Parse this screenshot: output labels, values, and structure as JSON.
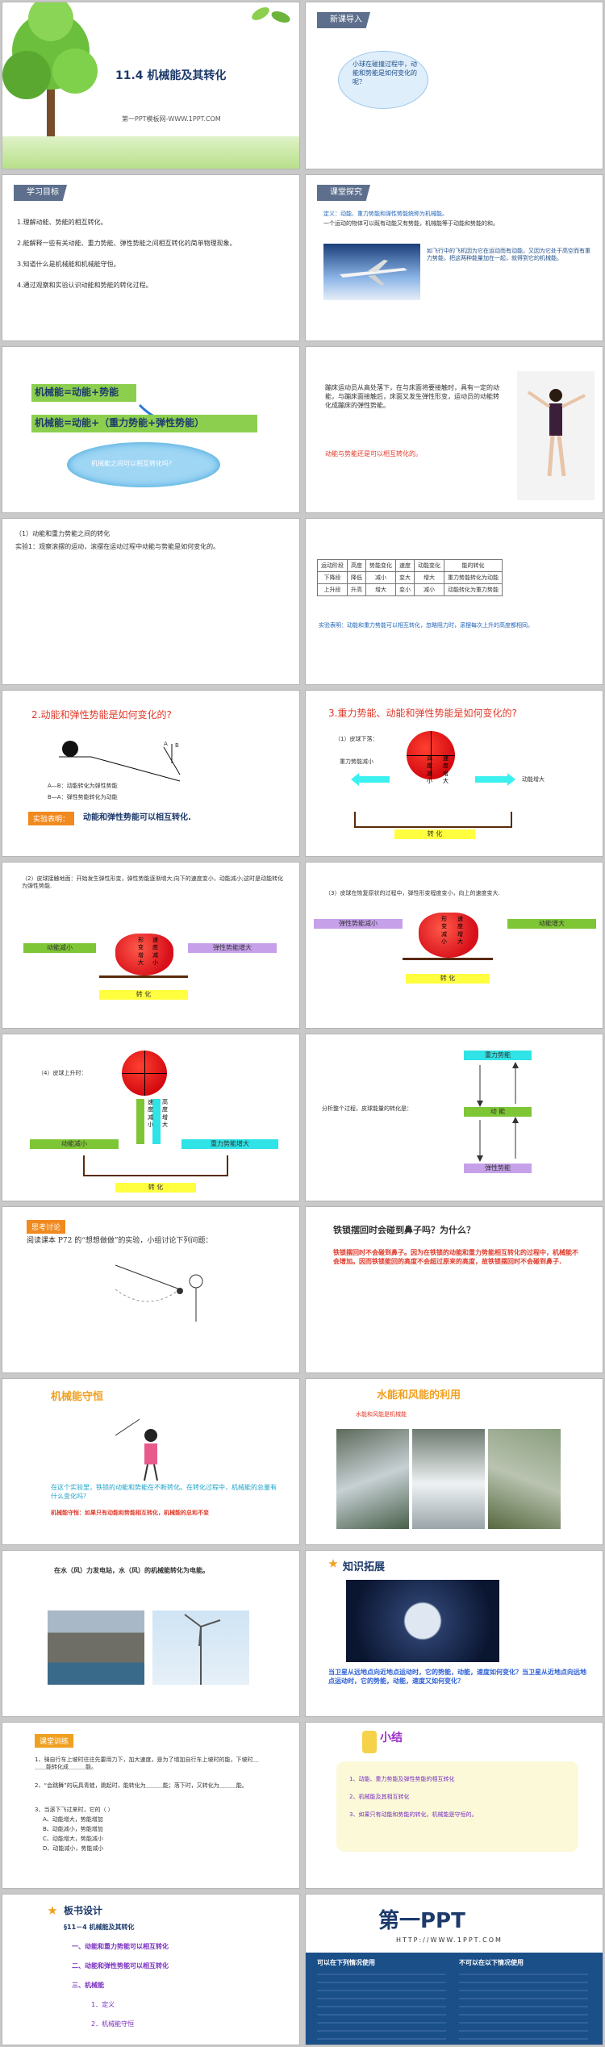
{
  "s1": {
    "title": "11.4 机械能及其转化",
    "subtitle": "第一PPT模板网-WWW.1PPT.COM"
  },
  "s2": {
    "bar": "新课导入",
    "bubble": "小球在碰撞过程中，动能和势能是如何变化的呢？"
  },
  "s3": {
    "bar": "学习目标",
    "items": [
      "1.理解动能、势能的相互转化。",
      "2.能解释一些有关动能、重力势能、弹性势能之间相互转化的简单物理现象。",
      "3.知道什么是机械能和机械能守恒。",
      "4.通过观察和实验认识动能和势能的转化过程。"
    ]
  },
  "s4": {
    "bar": "课堂探究",
    "def1": "定义：动能、重力势能和弹性势能统称为机械能。",
    "def2": "一个运动的物体可以既有动能又有势能，机械能等于动能和势能的和。",
    "plane": "如飞行中的飞机因为它在运动而有动能，又因为它处于高空而有重力势能，把这两种能量加在一起，就得到它的机械能。"
  },
  "s5": {
    "formula1": "机械能=动能+势能",
    "formula2": "机械能=动能+（重力势能+弹性势能）",
    "cloud": "机械能之间可以相互转化吗？"
  },
  "s6": {
    "text": "蹦床运动员从高处落下，在与床面将要接触时，具有一定的动能，与蹦床面接触后，床面又发生弹性形变，运动员的动能转化成蹦床的弹性势能。",
    "red": "动能与势能还是可以相互转化的。"
  },
  "s7": {
    "heading": "（1）动能和重力势能之间的转化",
    "exp": "实验1：观察滚摆的运动，滚摆在运动过程中动能与势能是如何变化的。",
    "table": {
      "head": [
        "运动阶段",
        "高度",
        "势能变化",
        "速度",
        "动能变化",
        "能的转化"
      ],
      "rows": [
        [
          "下降段",
          "降低",
          "减小",
          "变大",
          "增大",
          "重力势能转化为动能"
        ],
        [
          "上升段",
          "升高",
          "增大",
          "变小",
          "减小",
          "动能转化为重力势能"
        ]
      ]
    },
    "result": "实验表明：动能和重力势能可以相互转化，忽略阻力时，滚摆每次上升的高度都相同。"
  },
  "s8": {
    "title": "2.动能和弹性势能是如何变化的?",
    "labelA": "A",
    "labelB": "B",
    "line1": "A—B：动能转化为弹性势能",
    "line2": "B—A：弹性势能转化为动能",
    "tag": "实验表明：",
    "conclusion": "动能和弹性势能可以相互转化."
  },
  "s9": {
    "title": "3.重力势能、动能和弹性势能是如何变化的?",
    "step": "（1）皮球下落：",
    "left": "重力势能减小",
    "v1": "高度减小",
    "v2": "速度增大",
    "right": "动能增大",
    "bottom": "转 化"
  },
  "s10": {
    "text": "（2）皮球接触地面：开始发生弹性形变，弹性势能逐渐增大;向下的速度变小，动能减小;这时是动能转化为弹性势能.",
    "left": "动能减小",
    "v1": "形变增大",
    "v2": "速度减小",
    "right": "弹性势能增大",
    "bottom": "转 化"
  },
  "s11": {
    "text": "（3）皮球在恢复原状的过程中，弹性形变程度变小，向上的速度变大.",
    "left": "弹性势能减小",
    "v1": "形变减小",
    "v2": "速度增大",
    "right": "动能增大",
    "bottom": "转 化"
  },
  "s12": {
    "text": "（4）皮球上升时：",
    "left": "动能减小",
    "v1": "速度减小",
    "v2": "高度增大",
    "right": "重力势能增大",
    "bottom": "转 化"
  },
  "s13": {
    "text": "分析整个过程，皮球能量的转化是：",
    "top": "重力势能",
    "mid": "动 能",
    "bottom": "弹性势能"
  },
  "s14": {
    "tag": "思考讨论",
    "text": "阅读课本 P72 的“想想做做”的实验，小组讨论下列问题："
  },
  "s15": {
    "question": "铁锁摆回时会碰到鼻子吗？为什么？",
    "answer": "铁锁摆回时不会碰到鼻子。因为在铁锁的动能和重力势能相互转化的过程中，机械能不会增加。因而铁锁能回的高度不会超过原来的高度，故铁锁摆回时不会碰到鼻子."
  },
  "s16": {
    "title": "机械能守恒",
    "blue": "在这个实验里，铁锁的动能和势能在不断转化。在转化过程中，机械能的总量有什么变化吗？",
    "red": "机械能守恒：如果只有动能和势能相互转化，机械能的总和不变"
  },
  "s17": {
    "title": "水能和风能的利用",
    "sub": "水能和风能是机械能"
  },
  "s18": {
    "text": "在水（风）力发电站，水（风）的机械能转化为电能。"
  },
  "s19": {
    "title": "知识拓展",
    "text": "当卫星从远地点向近地点运动时，它的势能，动能，速度如何变化？当卫星从近地点向远地点运动时，它的势能，动能，速度又如何变化？"
  },
  "s20": {
    "tag": "课堂训练",
    "q1": "1、骑自行车上坡时往往先要用力下，加大速度，是为了增加自行车上坡时的能，下坡时＿＿＿能转化成＿＿＿能。",
    "q2": "2、“会跳舞”的玩具青蛙，跳起时，能转化为＿＿＿能；落下时，又转化为＿＿＿能。",
    "q3": "3、当滚下飞过来时，它的（  ）",
    "opts": [
      "A、动能增大，势能增加",
      "B、动能减小，势能增加",
      "C、动能增大，势能减小",
      "D、动能减小，势能减小"
    ]
  },
  "s21": {
    "title": "小结",
    "items": [
      "1、动能、重力势能及弹性势能的相互转化",
      "2、机械能及其相互转化",
      "3、如果只有动能和势能的转化，机械能是守恒的。"
    ]
  },
  "s22": {
    "title": "板书设计",
    "lines": [
      "§11－4 机械能及其转化",
      "一、动能和重力势能可以相互转化",
      "二、动能和弹性势能可以相互转化",
      "三、机械能",
      "1．定义",
      "2．机械能守恒"
    ]
  },
  "s23": {
    "logo": "第一PPT",
    "url": "HTTP://WWW.1PPT.COM",
    "left_title": "可以在下列情况使用",
    "right_title": "不可以在以下情况使用"
  }
}
